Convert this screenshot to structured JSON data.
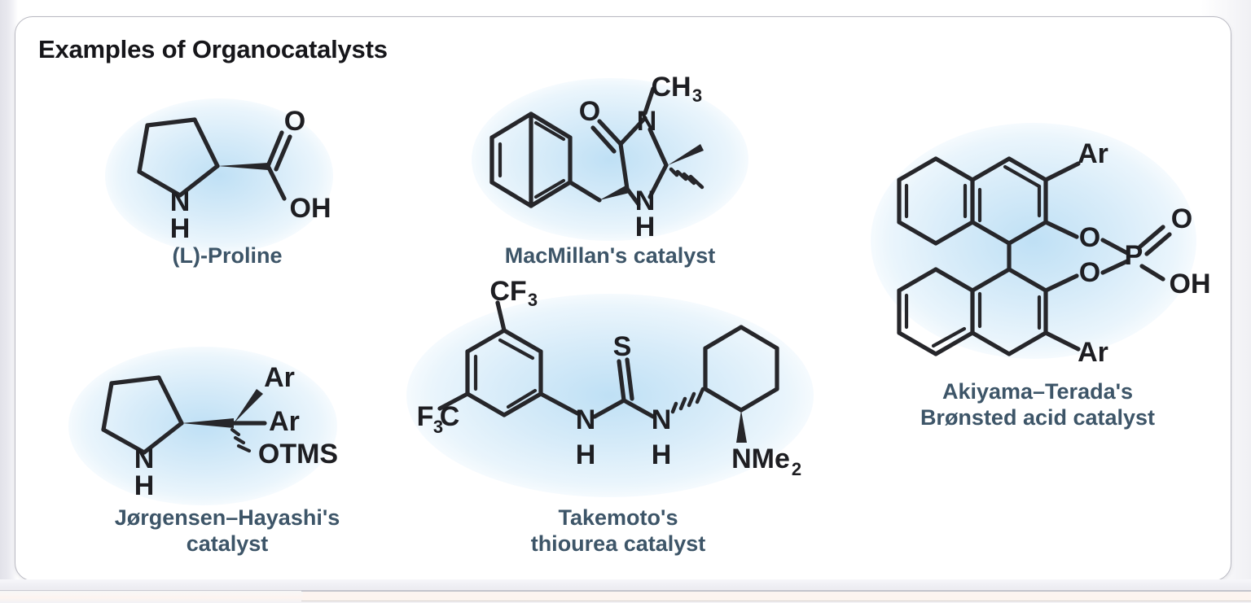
{
  "panel": {
    "title": "Examples of Organocatalysts",
    "background_color": "#ffffff",
    "border_color": "#b9b9c2",
    "page_background": "#e6e6ec",
    "label_color": "#3d5568",
    "structure_color": "#26262a",
    "glow_color": "#bfe0f5"
  },
  "catalysts": [
    {
      "id": "l-proline",
      "caption": "(L)-Proline",
      "atom_labels": [
        "N",
        "H",
        "O",
        "OH"
      ],
      "description": "pyrrolidine ring with carboxylic acid"
    },
    {
      "id": "macmillan",
      "caption": "MacMillan's catalyst",
      "atom_labels": [
        "CH",
        "3",
        "O",
        "N",
        "N",
        "H"
      ],
      "description": "imidazolidinone with benzyl and gem-dimethyl groups"
    },
    {
      "id": "akiyama-terada",
      "caption": "Akiyama–Terada's\nBrønsted acid catalyst",
      "atom_labels": [
        "Ar",
        "Ar",
        "O",
        "O",
        "O",
        "P",
        "OH"
      ],
      "description": "BINOL-derived chiral phosphoric acid"
    },
    {
      "id": "jorgensen-hayashi",
      "caption": "Jørgensen–Hayashi's\ncatalyst",
      "atom_labels": [
        "N",
        "H",
        "Ar",
        "Ar",
        "OTMS"
      ],
      "description": "diarylprolinol silyl ether"
    },
    {
      "id": "takemoto",
      "caption": "Takemoto's\nthiourea catalyst",
      "atom_labels": [
        "CF",
        "3",
        "F",
        "3",
        "C",
        "S",
        "N",
        "H",
        "N",
        "H",
        "NMe",
        "2"
      ],
      "description": "bis(trifluoromethyl)phenyl thiourea with dimethylamino cyclohexane"
    }
  ]
}
